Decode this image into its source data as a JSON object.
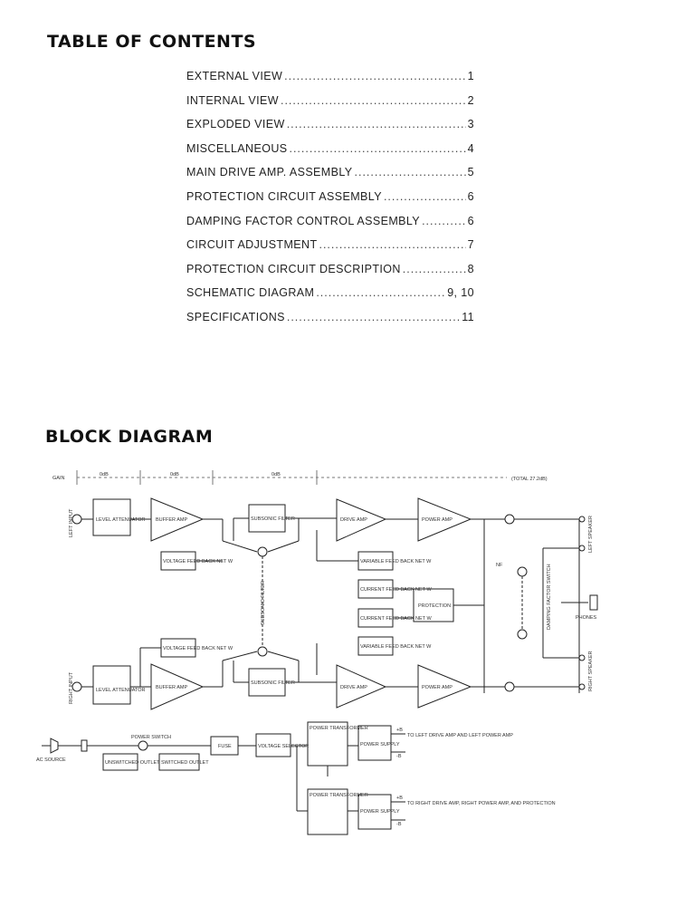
{
  "toc": {
    "title": "TABLE OF CONTENTS",
    "entries": [
      {
        "label": "EXTERNAL VIEW",
        "page": "1"
      },
      {
        "label": "INTERNAL VIEW",
        "page": "2"
      },
      {
        "label": "EXPLODED VIEW",
        "page": "3"
      },
      {
        "label": "MISCELLANEOUS",
        "page": "4"
      },
      {
        "label": "MAIN DRIVE AMP. ASSEMBLY",
        "page": "5"
      },
      {
        "label": "PROTECTION CIRCUIT ASSEMBLY",
        "page": "6"
      },
      {
        "label": "DAMPING FACTOR CONTROL ASSEMBLY",
        "page": "6"
      },
      {
        "label": "CIRCUIT ADJUSTMENT",
        "page": "7"
      },
      {
        "label": "PROTECTION CIRCUIT DESCRIPTION",
        "page": "8"
      },
      {
        "label": "SCHEMATIC DIAGRAM",
        "page": "9, 10"
      },
      {
        "label": "SPECIFICATIONS",
        "page": "11"
      }
    ]
  },
  "block_diagram": {
    "title": "BLOCK DIAGRAM",
    "stages": {
      "gain": "GAIN",
      "stage1": "0dB",
      "stage2": "0dB",
      "stage3": "0dB",
      "total": "(TOTAL 27.2dB)"
    },
    "inputs": {
      "left": "LEFT INPUT",
      "right": "RIGHT INPUT"
    },
    "blocks": {
      "attenuator": "LEVEL ATTENUATOR",
      "buffer_amp": "BUFFER AMP",
      "subsonic_filter": "SUBSONIC FILTER",
      "drive_amp": "DRIVE AMP",
      "power_amp": "POWER AMP",
      "voltage_fb_a": "VOLTAGE FEED BACK NET W",
      "variable_fb": "VARIABLE FEED BACK NET W",
      "current_fb": "CURRENT FEED BACK NET W",
      "protection": "PROTECTION",
      "unswitched": "UNSWITCHED OUTLET",
      "switched": "SWITCHED OUTLET",
      "fuse": "FUSE",
      "voltage_selector": "VOLTAGE SELECTOR",
      "power_transformer": "POWER TRANSFORMER",
      "power_supply": "POWER SUPPLY"
    },
    "misc": {
      "subsonic_filter_sw": "SUBSONIC FILTER",
      "damping_sw": "DAMPING FACTOR SWITCH",
      "power_switch": "POWER SWITCH",
      "ac_source": "AC SOURCE",
      "nf": "NF",
      "phones": "PHONES",
      "left_speaker": "LEFT SPEAKER",
      "right_speaker": "RIGHT SPEAKER",
      "note_right_supply": "TO RIGHT DRIVE AMP, RIGHT POWER AMP, AND PROTECTION",
      "note_left_supply": "TO LEFT DRIVE AMP AND LEFT POWER AMP",
      "v_plus": "+B",
      "v_minus": "-B"
    }
  }
}
